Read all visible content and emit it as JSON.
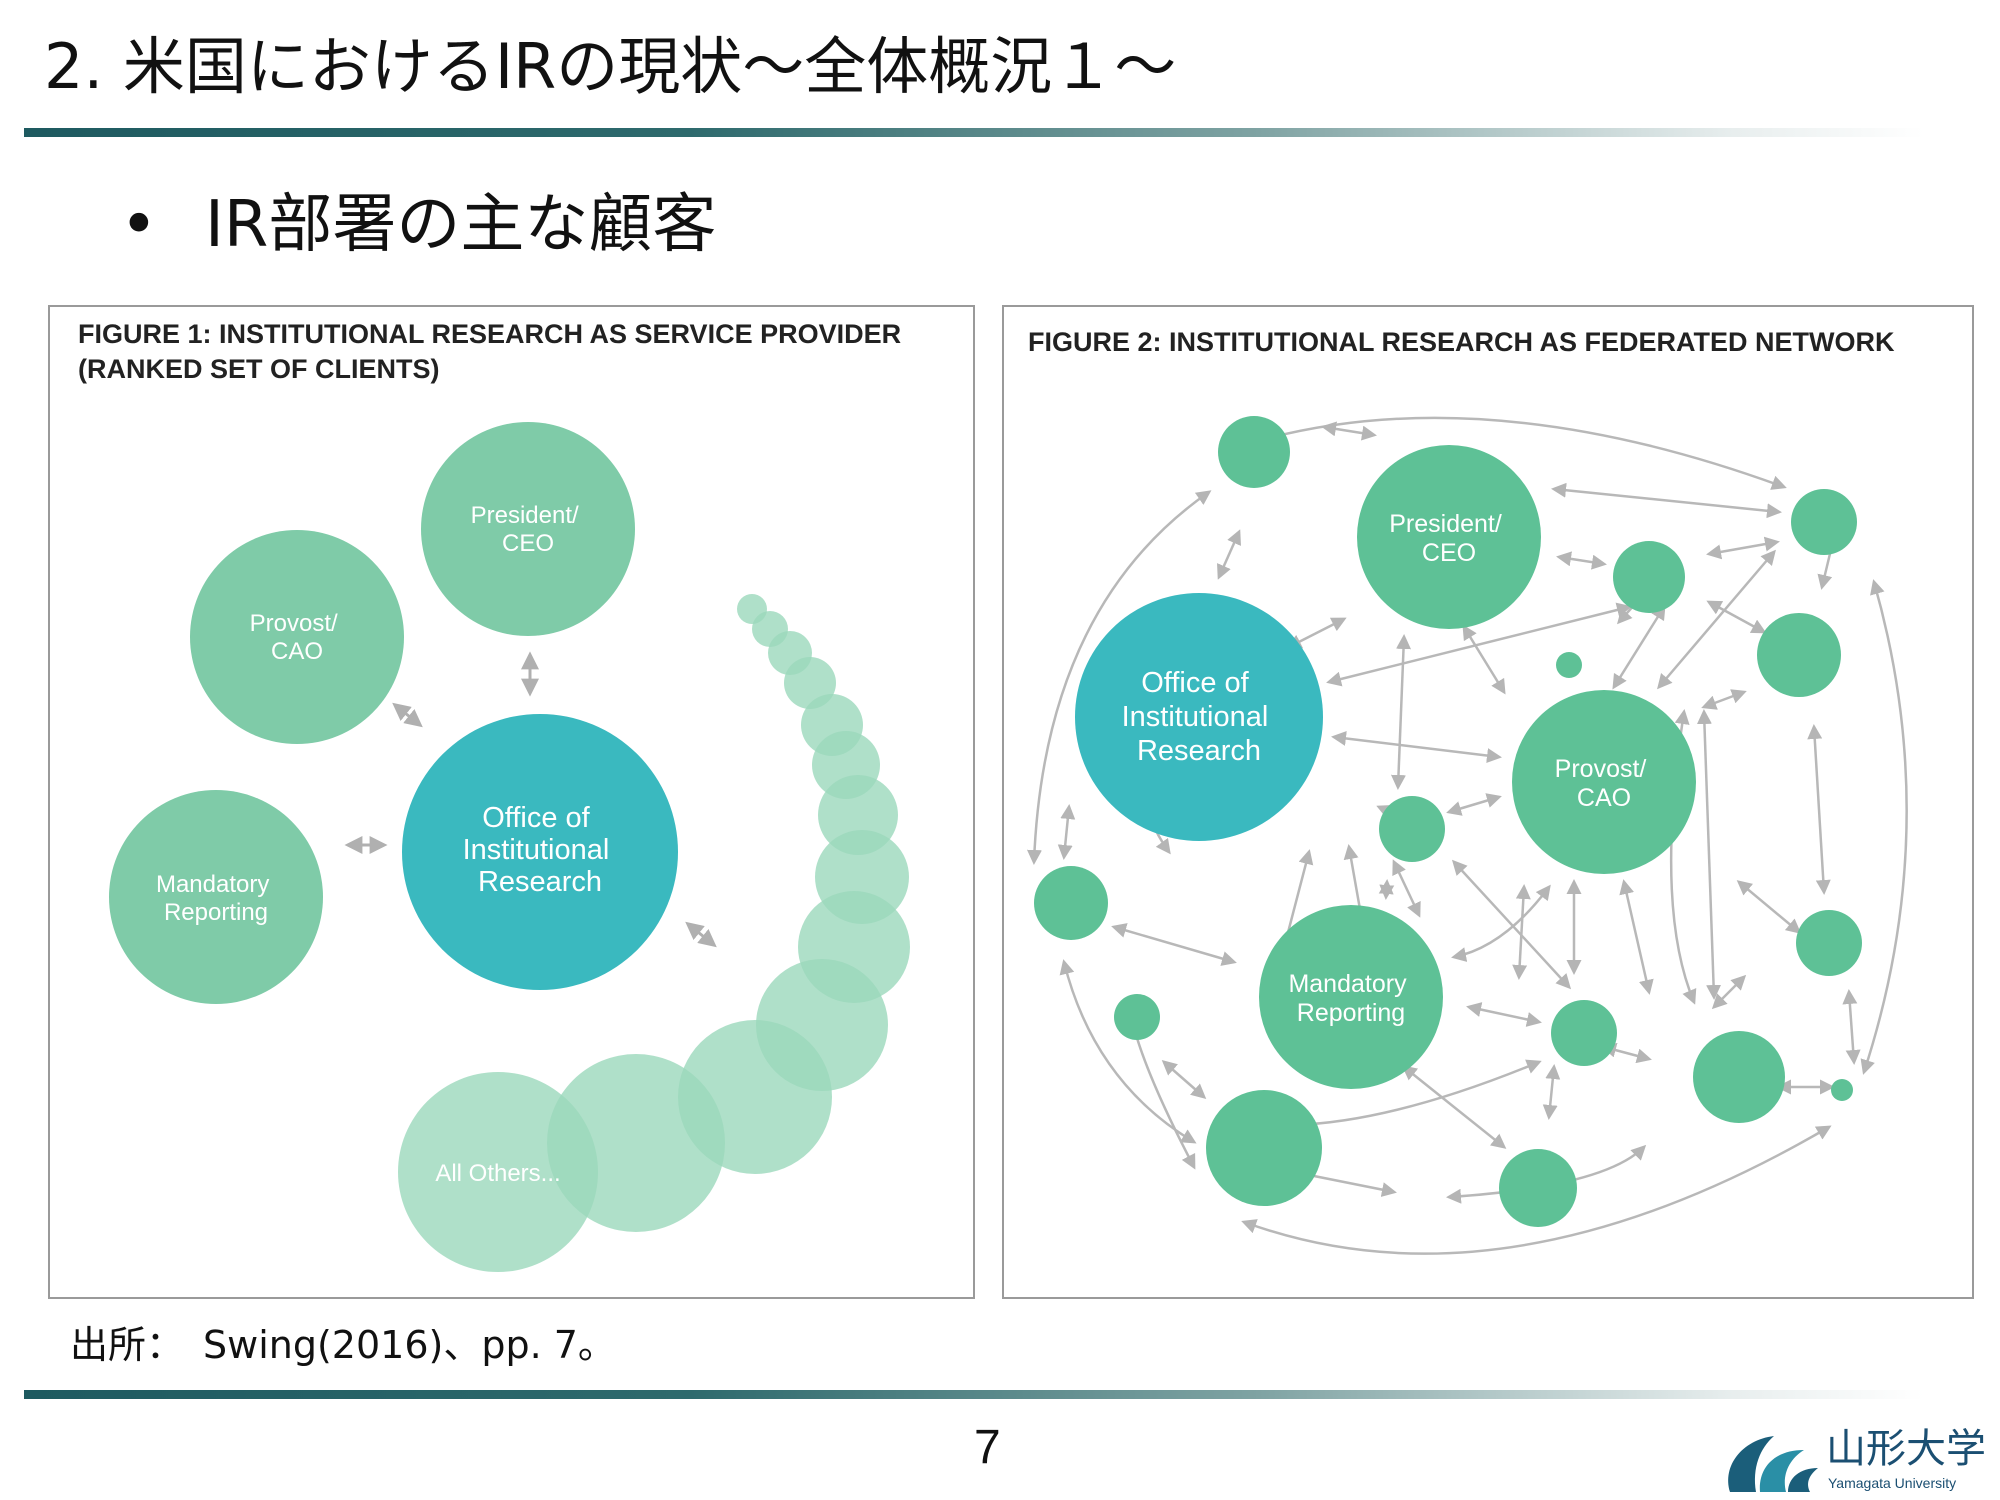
{
  "slide": {
    "title": "2. 米国におけるIRの現状～全体概況１～",
    "bullet": "IR部署の主な顧客",
    "bullet_symbol": "•",
    "source": "出所：　Swing(2016)、pp. 7。",
    "page_number": "7"
  },
  "figure1": {
    "title": "FIGURE 1: INSTITUTIONAL RESEARCH AS SERVICE PROVIDER\n(RANKED SET OF CLIENTS)",
    "center": "Office of Institutional Research",
    "clients": {
      "president": "President/ CEO",
      "provost": "Provost/ CAO",
      "mandatory": "Mandatory Reporting",
      "others": "All Others..."
    }
  },
  "figure2": {
    "title": "FIGURE 2: INSTITUTIONAL RESEARCH AS FEDERATED NETWORK",
    "nodes": {
      "office": "Office of Institutional Research",
      "president": "President/ CEO",
      "provost": "Provost/ CAO",
      "mandatory": "Mandatory Reporting"
    }
  },
  "logo": {
    "name_jp": "山形大学",
    "name_en": "Yamagata University"
  },
  "colors": {
    "teal_center": "#3ab9bf",
    "green_client": "#7fcba8",
    "green_light": "#9bd8bb",
    "green_node": "#5ec196",
    "arrow": "#b5b5b5",
    "rule_dark": "#1e5a60"
  }
}
